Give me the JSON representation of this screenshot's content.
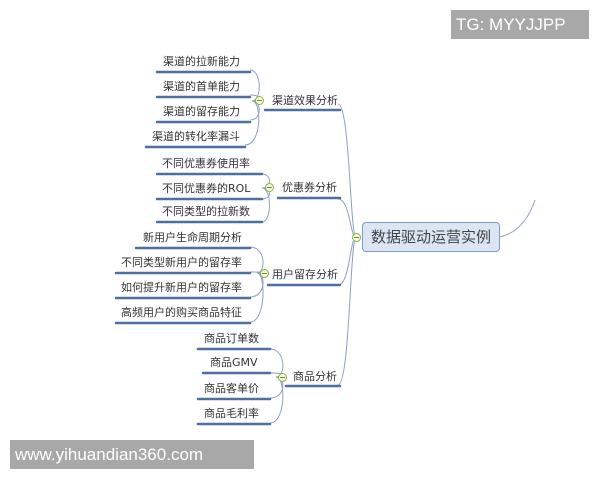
{
  "root": {
    "label": "数据驱动运营实例"
  },
  "branches": [
    {
      "label": "渠道效果分析",
      "children": [
        "渠道的拉新能力",
        "渠道的首单能力",
        "渠道的留存能力",
        "渠道的转化率漏斗"
      ]
    },
    {
      "label": "优惠券分析",
      "children": [
        "不同优惠券使用率",
        "不同优惠券的ROL",
        "不同类型的拉新数"
      ]
    },
    {
      "label": "用户留存分析",
      "children": [
        "新用户生命周期分析",
        "不同类型新用户的留存率",
        "如何提升新用户的留存率",
        "高频用户的购买商品特征"
      ]
    },
    {
      "label": "商品分析",
      "children": [
        "商品订单数",
        "商品GMV",
        "商品客单价",
        "商品毛利率"
      ]
    }
  ],
  "watermarks": {
    "top_right": "TG: MYYJJPP",
    "bottom_left": "www.yihuandian360.com"
  },
  "colors": {
    "line": "#4f6f9f",
    "connector": "#8da2c0",
    "root_fill": "#dbe5f3",
    "root_border": "#7f9ccb",
    "collapse": "#8fb33a",
    "watermark_bg": "#a8a8a8"
  }
}
